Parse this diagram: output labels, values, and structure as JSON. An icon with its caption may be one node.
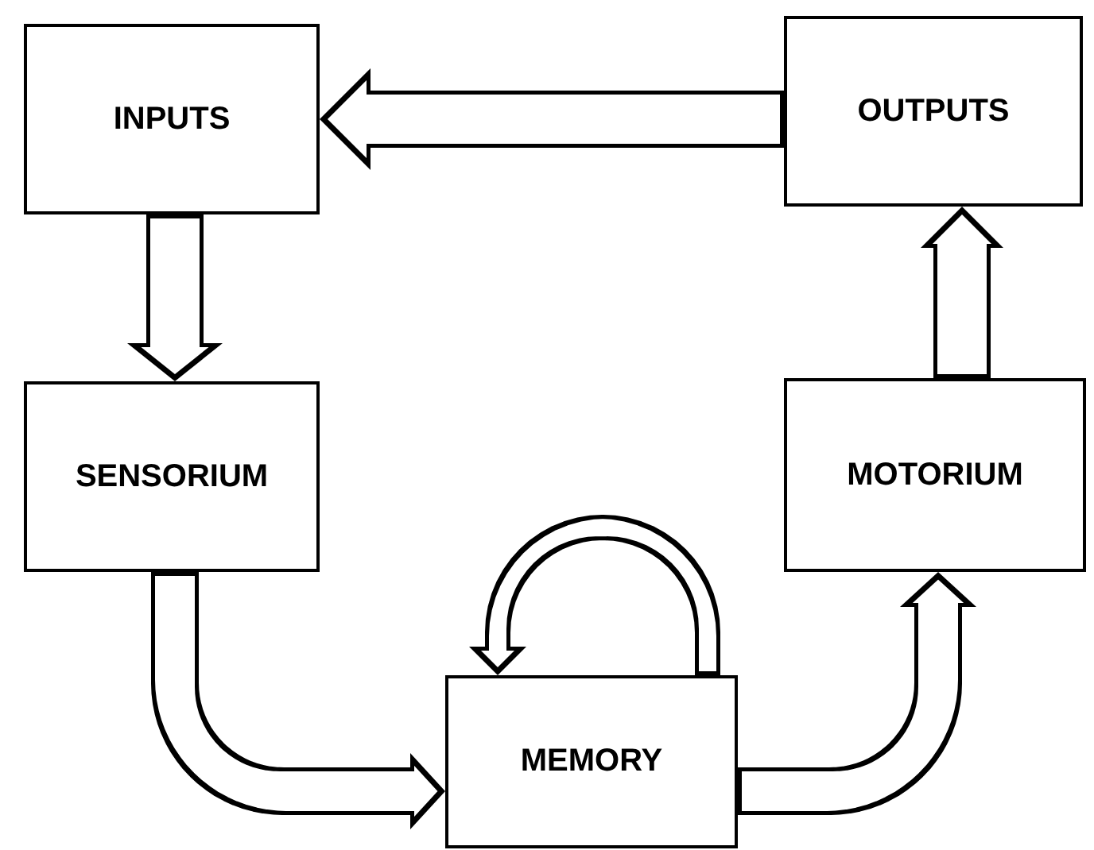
{
  "diagram": {
    "nodes": [
      {
        "text": [
          "INPUTS"
        ]
      },
      {
        "text": [
          "OUTPUTS"
        ]
      },
      {
        "text": [
          "SENSORIUM"
        ]
      },
      {
        "text": [
          "MOTORIUM"
        ]
      },
      {
        "text": [
          "MEMORY"
        ]
      }
    ],
    "edges": [
      {
        "from": 1,
        "to": 0,
        "arrow": "to"
      },
      {
        "from": 0,
        "to": 2,
        "arrow": "to"
      },
      {
        "from": 2,
        "to": 4,
        "arrow": "to"
      },
      {
        "from": 4,
        "to": 3,
        "arrow": "to"
      },
      {
        "from": 3,
        "to": 1,
        "arrow": "to"
      },
      {
        "from": 4,
        "to": 4,
        "arrow": "to"
      }
    ]
  }
}
